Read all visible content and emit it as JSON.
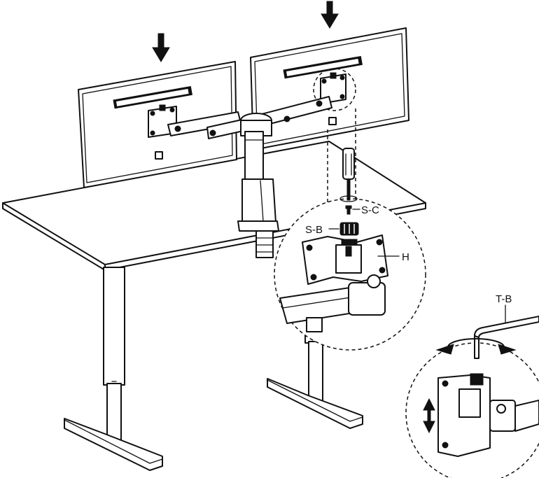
{
  "labels": {
    "screw_c": "S-C",
    "screw_b": "S-B",
    "handle": "H",
    "tool_b": "T-B"
  }
}
